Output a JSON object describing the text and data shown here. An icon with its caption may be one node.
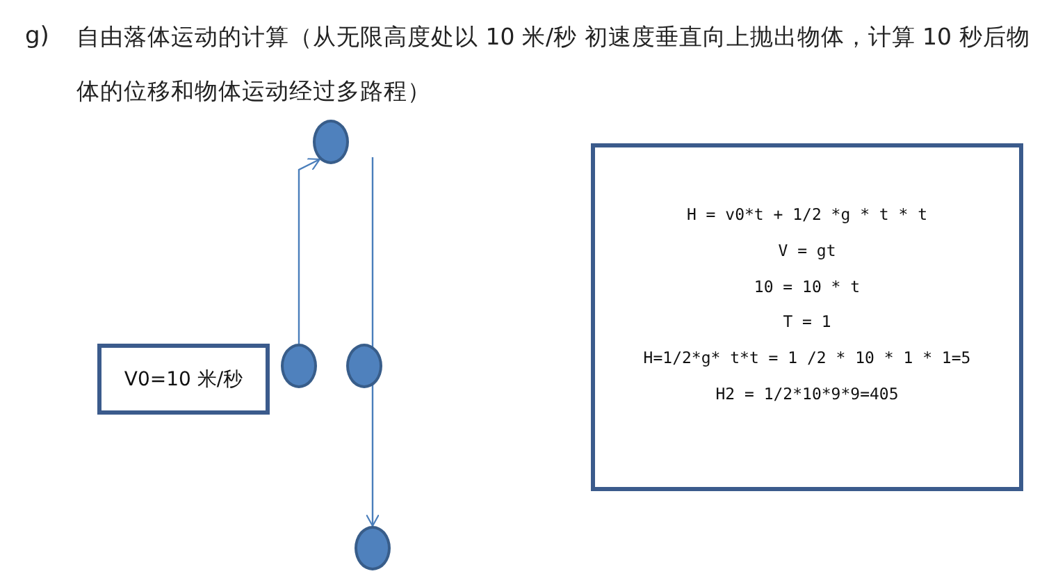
{
  "diagram": {
    "title": "自由落体运动的计算（从无限高度处以 10 米/秒 初速度垂直向上抛出物体，计算 10 秒后物体的位移和物体运动经过多路程）",
    "nodes": [
      {
        "text": [
          "V0=10 米/秒"
        ]
      },
      {
        "text": [],
        "shape": "circle"
      },
      {
        "text": [],
        "shape": "circle"
      },
      {
        "text": [],
        "shape": "circle"
      },
      {
        "text": [],
        "shape": "circle"
      },
      {
        "text": [
          "H = v0*t + 1/2 *g * t * t",
          "V = gt",
          "10 = 10 * t",
          "T = 1",
          "H=1/2*g* t*t = 1 /2 * 10 * 1 * 1=5",
          "H2 = 1/2*10*9*9=405"
        ]
      }
    ],
    "edges": [
      {
        "from": 2,
        "to": 1,
        "arrow": "to"
      },
      {
        "from": null,
        "to": 4,
        "arrow": "to"
      }
    ],
    "labels": [
      "g)"
    ]
  }
}
